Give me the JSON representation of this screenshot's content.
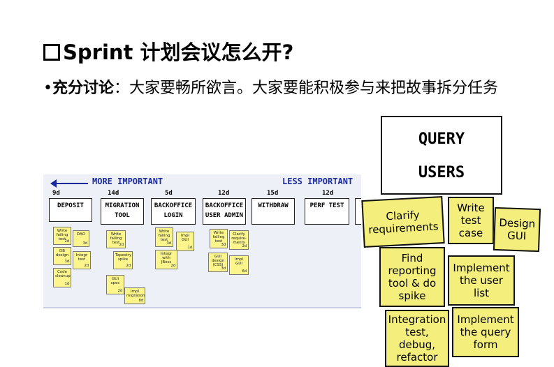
{
  "title": "Sprint 计划会议怎么开?",
  "bullet": {
    "lead": "充分讨论",
    "text": "：大家要畅所欲言。大家要能积极参与来把故事拆分任务"
  },
  "board": {
    "more_important": "MORE IMPORTANT",
    "less_important": "LESS IMPORTANT",
    "stories": [
      {
        "name": "DEPOSIT",
        "estimate": "9d"
      },
      {
        "name": "MIGRATION TOOL",
        "estimate": "14d"
      },
      {
        "name": "BACKOFFICE LOGIN",
        "estimate": "5d"
      },
      {
        "name": "BACKOFFICE USER ADMIN",
        "estimate": "12d"
      },
      {
        "name": "WITHDRAW",
        "estimate": "15d"
      },
      {
        "name": "PERF TEST",
        "estimate": "12d"
      }
    ],
    "tasks": [
      {
        "text": "Write failing test",
        "est": "2d"
      },
      {
        "text": "DAO",
        "est": "3d"
      },
      {
        "text": "DB design",
        "est": "3d"
      },
      {
        "text": "Integr test",
        "est": "2d"
      },
      {
        "text": "Code cleanup",
        "est": "1d"
      },
      {
        "text": "Write failing test",
        "est": "2d"
      },
      {
        "text": "Tapestry spike",
        "est": "2d"
      },
      {
        "text": "GUI spec",
        "est": "2d"
      },
      {
        "text": "Impl migration",
        "est": "8d"
      },
      {
        "text": "Write failing test",
        "est": "3d"
      },
      {
        "text": "Impl GUI",
        "est": "1d"
      },
      {
        "text": "Integr with JBoss",
        "est": "2d"
      },
      {
        "text": "Write failing test",
        "est": "3d"
      },
      {
        "text": "Clarify require-ments",
        "est": "2d"
      },
      {
        "text": "GUI design (CSS)",
        "est": "3d"
      },
      {
        "text": "Impl GUI",
        "est": "6d"
      }
    ]
  },
  "cartoon": {
    "story": [
      "QUERY",
      "USERS"
    ],
    "tasks": [
      "Clarify requirements",
      "Write test case",
      "Design GUI",
      "Find reporting tool & do spike",
      "Implement the user list",
      "Integration test, debug, refactor",
      "Implement the query form"
    ]
  }
}
